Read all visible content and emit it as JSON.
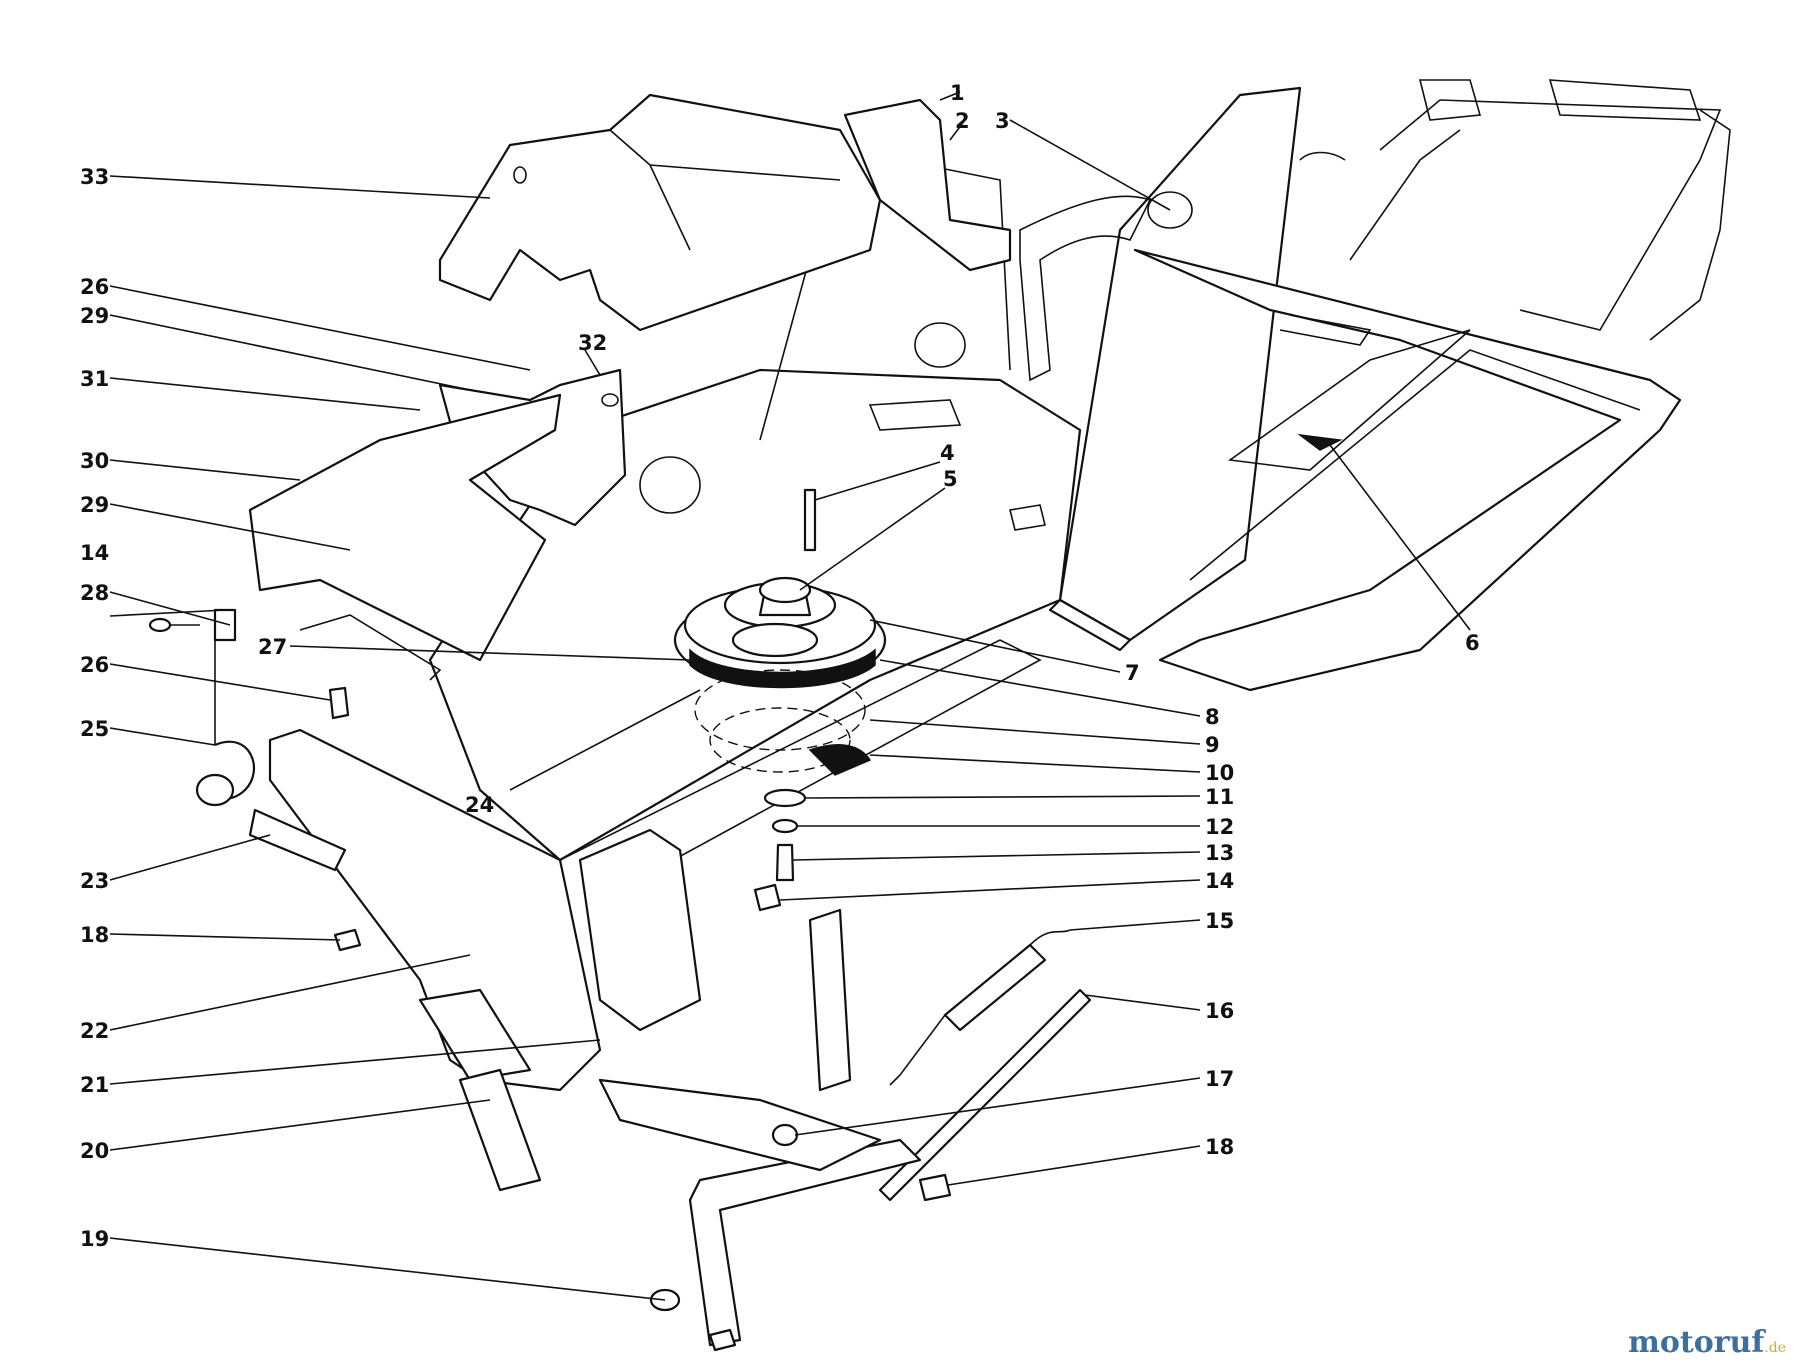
{
  "callouts": [
    {
      "label": "1"
    },
    {
      "label": "2"
    },
    {
      "label": "3"
    },
    {
      "label": "33"
    },
    {
      "label": "26"
    },
    {
      "label": "29"
    },
    {
      "label": "32"
    },
    {
      "label": "31"
    },
    {
      "label": "30"
    },
    {
      "label": "29"
    },
    {
      "label": "14"
    },
    {
      "label": "28"
    },
    {
      "label": "27"
    },
    {
      "label": "26"
    },
    {
      "label": "25"
    },
    {
      "label": "24"
    },
    {
      "label": "23"
    },
    {
      "label": "18"
    },
    {
      "label": "22"
    },
    {
      "label": "21"
    },
    {
      "label": "20"
    },
    {
      "label": "19"
    },
    {
      "label": "4"
    },
    {
      "label": "5"
    },
    {
      "label": "6"
    },
    {
      "label": "7"
    },
    {
      "label": "8"
    },
    {
      "label": "9"
    },
    {
      "label": "10"
    },
    {
      "label": "11"
    },
    {
      "label": "12"
    },
    {
      "label": "13"
    },
    {
      "label": "14"
    },
    {
      "label": "15"
    },
    {
      "label": "16"
    },
    {
      "label": "17"
    },
    {
      "label": "18"
    }
  ],
  "watermark": {
    "main": "motoruf",
    "suffix": ".de"
  },
  "colors": {
    "ink": "#111111",
    "paper": "#ffffff",
    "watermark_main": "#3d6f9e",
    "watermark_suffix": "#c9a94a"
  }
}
